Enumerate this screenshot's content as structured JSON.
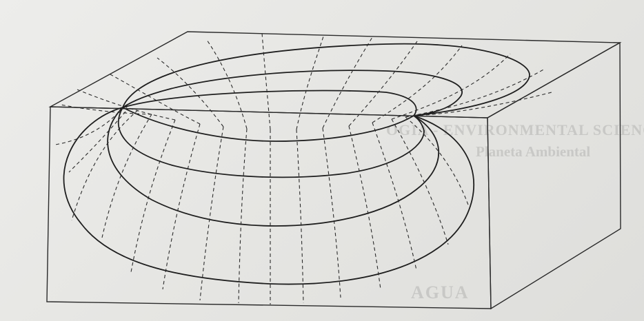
{
  "figure": {
    "ink_color": "#1e1e1e",
    "paper_color": "#e9e9e7",
    "bleed_through_text": [
      "OGIA - ENVIRONMENTAL SCIENCE",
      "Planeta Ambiental",
      "AGUA"
    ]
  }
}
